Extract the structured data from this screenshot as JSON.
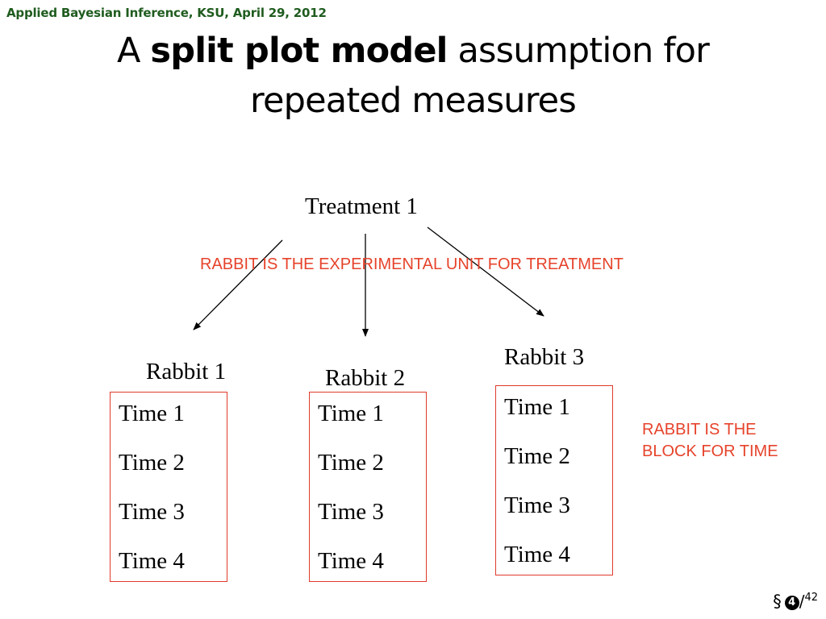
{
  "header": "Applied Bayesian Inference, KSU, April 29, 2012",
  "title": {
    "prefix": "A ",
    "bold": "split plot model",
    "line1_suffix": " assumption for",
    "line2": "repeated measures"
  },
  "diagram": {
    "treatment": "Treatment 1",
    "note_experimental_unit": "RABBIT IS THE EXPERIMENTAL UNIT FOR TREATMENT",
    "note_block": {
      "line1": "RABBIT IS THE",
      "line2": "BLOCK FOR TIME"
    },
    "rabbits": [
      {
        "label": "Rabbit 1",
        "times": [
          "Time 1",
          "Time 2",
          "Time 3",
          "Time 4"
        ]
      },
      {
        "label": "Rabbit 2",
        "times": [
          "Time 1",
          "Time 2",
          "Time 3",
          "Time 4"
        ]
      },
      {
        "label": "Rabbit 3",
        "times": [
          "Time 1",
          "Time 2",
          "Time 3",
          "Time 4"
        ]
      }
    ],
    "colors": {
      "note": "#e6432b",
      "box_border": "#e03a2a",
      "header": "#1f5c1f"
    }
  },
  "footer": {
    "section_symbol": "§",
    "page": "4",
    "slash": "/",
    "total": "42"
  }
}
